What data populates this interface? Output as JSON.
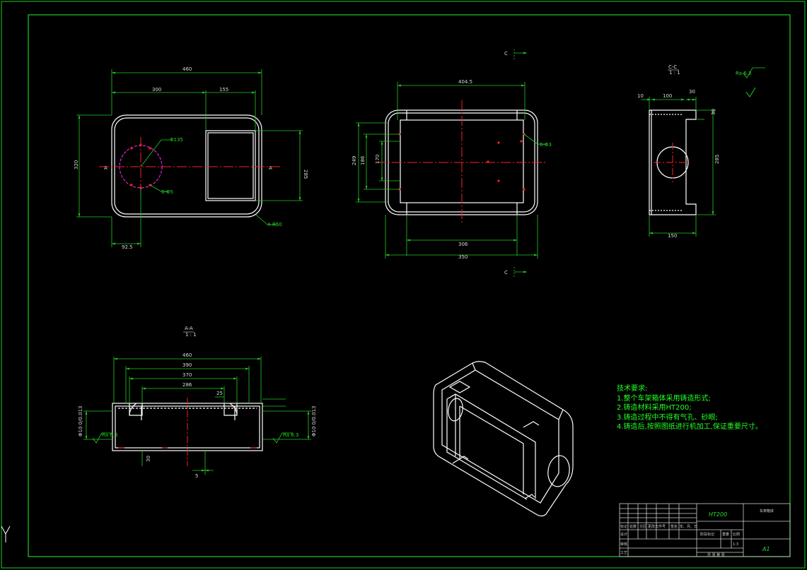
{
  "colors": {
    "background": "#000000",
    "frame": "#22cc22",
    "outline": "#ffffff",
    "dimension": "#22cc22",
    "centerline": "#ff2020",
    "hidden": "#dd22dd",
    "text": "#22ff22"
  },
  "top_view": {
    "dims": {
      "overall_width": "460",
      "left_part": "300",
      "right_part": "155",
      "height": "320",
      "window_height": "285",
      "hole_offset": "92.5",
      "bore": "Φ135",
      "bolts": "6-Φ5",
      "corner_radius": "4-R50"
    },
    "section_mark": "A"
  },
  "front_view": {
    "section_label": "C",
    "dims": {
      "top_width": "404.5",
      "height": "249",
      "inner_height_1": "186",
      "inner_height_2": "170",
      "bottom_inner": "306",
      "bottom_outer": "350",
      "holes": "6-Φ3"
    }
  },
  "side_view": {
    "title": "C-C",
    "scale": "1 : 1",
    "dims": {
      "left": "10",
      "top": "100",
      "right": "30",
      "height": "285",
      "flange": "30",
      "bottom": "150"
    },
    "roughness": "Ra 6.3"
  },
  "section_view": {
    "title": "A-A",
    "scale": "1 : 1",
    "dims": {
      "overall": "460",
      "mid": "390",
      "inner": "370",
      "core": "286",
      "small": "25",
      "side_fit": "Φ10 0/0.013",
      "roughness": "Ra 6.3",
      "bottom_a": "30",
      "bottom_b": "5"
    }
  },
  "technical_notes": [
    "技术要求:",
    "1.整个车架箱体采用铸造形式;",
    "2.铸造材料采用HT200;",
    "3.铸造过程中不得有气孔、砂眼;",
    "4.铸造后,按照图纸进行机加工,保证重要尺寸。"
  ],
  "title_block": {
    "material": "HT200",
    "part_name": "车架箱体",
    "header_cells": [
      "标记",
      "处数",
      "分区",
      "更改文件号",
      "签名",
      "年、月、日"
    ],
    "rows": [
      "设计",
      "审核",
      "工艺"
    ],
    "stage_labels": [
      "阶段标记",
      "重量",
      "比例"
    ],
    "scale": "1:3",
    "sheet_text": "共  张  第  张",
    "sheet_size": "A1"
  }
}
